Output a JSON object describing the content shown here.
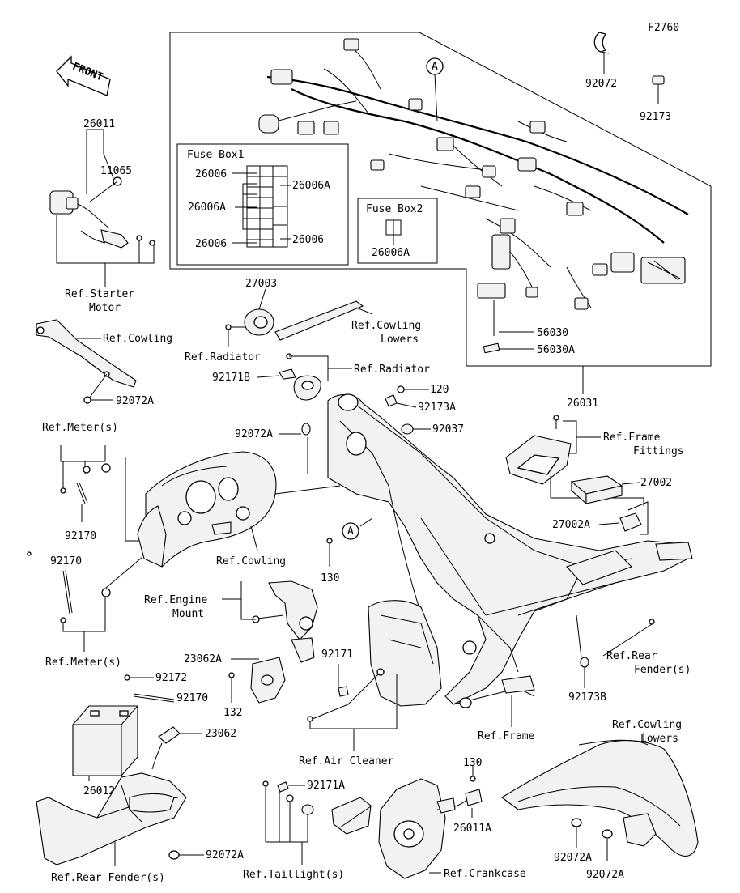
{
  "figure_code": "F2760",
  "front_label": "FRONT",
  "labels": {
    "p92072_top": "92072",
    "p92173_top": "92173",
    "p26011": "26011",
    "p11065": "11065",
    "ref_starter_motor_1": "Ref.Starter",
    "ref_starter_motor_2": "Motor",
    "p27003": "27003",
    "ref_cowling_lowers_top_1": "Ref.Cowling",
    "ref_cowling_lowers_top_2": "Lowers",
    "ref_radiator_left": "Ref.Radiator",
    "ref_radiator_right": "Ref.Radiator",
    "p92171b": "92171B",
    "ref_cowling_left": "Ref.Cowling",
    "p92072a_left": "92072A",
    "p120": "120",
    "p92173a": "92173A",
    "p92072a_center": "92072A",
    "p92037": "92037",
    "p26031": "26031",
    "ref_frame_fittings_1": "Ref.Frame",
    "ref_frame_fittings_2": "Fittings",
    "p27002": "27002",
    "p27002a": "27002A",
    "ref_meters_top": "Ref.Meter(s)",
    "p92170_upper": "92170",
    "p92170_mid": "92170",
    "ref_cowling_center": "Ref.Cowling",
    "p130_center": "130",
    "circle_a_center": "A",
    "ref_engine_mount_1": "Ref.Engine",
    "ref_engine_mount_2": "Mount",
    "ref_meters_bottom": "Ref.Meter(s)",
    "p23062a": "23062A",
    "p92171": "92171",
    "p92172": "92172",
    "p92170_lower": "92170",
    "p132": "132",
    "p23062": "23062",
    "ref_rear_fender_right_1": "Ref.Rear",
    "ref_rear_fender_right_2": "Fender(s)",
    "p92173b": "92173B",
    "ref_frame": "Ref.Frame",
    "ref_cowling_lowers_bottom_1": "Ref.Cowling",
    "ref_cowling_lowers_bottom_2": "Lowers",
    "p26012": "26012",
    "ref_air_cleaner": "Ref.Air Cleaner",
    "p130_bottom": "130",
    "p92171a": "92171A",
    "p26011a": "26011A",
    "p92072a_bottom_left": "92072A",
    "ref_rear_fender_left": "Ref.Rear Fender(s)",
    "ref_taillight": "Ref.Taillight(s)",
    "ref_crankcase": "Ref.Crankcase",
    "p92072a_bottom_right_1": "92072A",
    "p92072a_bottom_right_2": "92072A",
    "p56030": "56030",
    "p56030a": "56030A",
    "circle_a_harness": "A"
  },
  "fuse_box1": {
    "title": "Fuse Box1",
    "row1": "26006",
    "row2": "26006A",
    "row2_right": "26006A",
    "row3": "26006",
    "row3_right": "26006"
  },
  "fuse_box2": {
    "title": "Fuse Box2",
    "part": "26006A"
  }
}
